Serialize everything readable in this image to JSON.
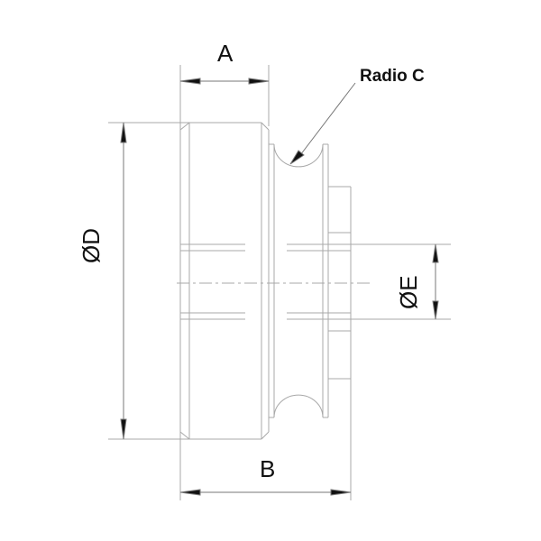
{
  "drawing": {
    "subject": "pulley wheel technical drawing",
    "labels": {
      "dim_a": "A",
      "dim_b": "B",
      "dim_d": "ØD",
      "dim_e": "ØE",
      "radius_c": "Radio C"
    },
    "colors": {
      "line": "#9a9a9a",
      "dimension_line": "#555555",
      "text": "#111111",
      "background": "#ffffff"
    }
  }
}
